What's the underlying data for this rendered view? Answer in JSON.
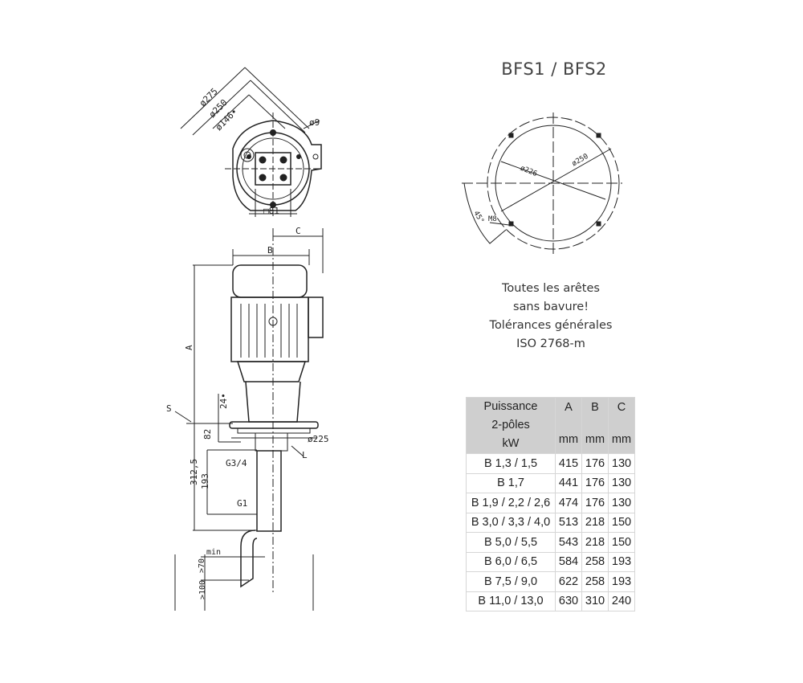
{
  "title": "BFS1 / BFS2",
  "notes": [
    "Toutes les arêtes",
    "sans bavure!",
    "Tolérances générales",
    "ISO 2768-m"
  ],
  "top_view_labels": {
    "d275": "ø275",
    "d250": "ø250",
    "d146": "ø146•",
    "d9": "ø9",
    "sq81": "□81"
  },
  "side_view_labels": {
    "C": "C",
    "B": "B",
    "A": "A",
    "S": "S",
    "h24": "24•",
    "h82": "82",
    "d225": "ø225",
    "L": "L",
    "g34": "G3/4",
    "h3125": "312,5",
    "h193": "193",
    "g1": "G1",
    "min": "min",
    "h70": ">70",
    "h100": ">100"
  },
  "flange_labels": {
    "d226": "ø226",
    "d250": "ø250",
    "m8": "M8",
    "a45": "45°"
  },
  "table": {
    "headers": {
      "power": [
        "Puissance",
        "2-pôles",
        "kW"
      ],
      "A": "A",
      "B": "B",
      "C": "C",
      "unit": "mm"
    },
    "rows": [
      [
        "B 1,3 / 1,5",
        "415",
        "176",
        "130"
      ],
      [
        "B 1,7",
        "441",
        "176",
        "130"
      ],
      [
        "B 1,9 / 2,2 / 2,6",
        "474",
        "176",
        "130"
      ],
      [
        "B 3,0 / 3,3 / 4,0",
        "513",
        "218",
        "150"
      ],
      [
        "B 5,0 / 5,5",
        "543",
        "218",
        "150"
      ],
      [
        "B 6,0 / 6,5",
        "584",
        "258",
        "193"
      ],
      [
        "B 7,5 / 9,0",
        "622",
        "258",
        "193"
      ],
      [
        "B 11,0 / 13,0",
        "630",
        "310",
        "240"
      ]
    ]
  }
}
